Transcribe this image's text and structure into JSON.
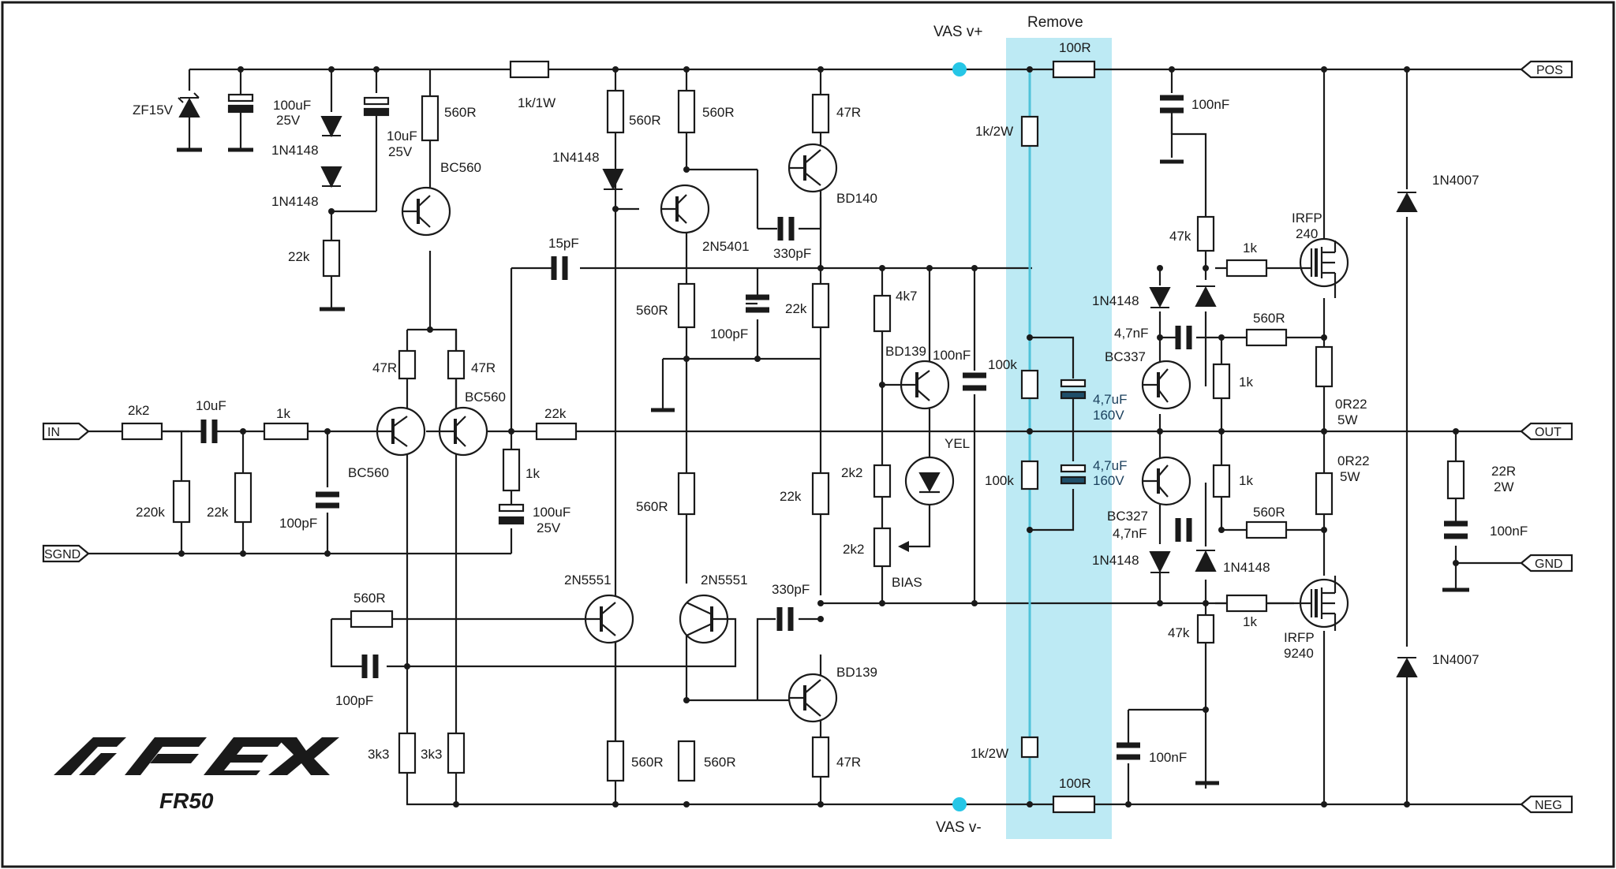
{
  "colors": {
    "ink": "#1a1a1a",
    "highlight": "#bdeaf4",
    "node": "#26c6e6",
    "blue_ink": "#1a3f5c"
  },
  "ports": {
    "in": "IN",
    "sgnd": "SGND",
    "pos": "POS",
    "out": "OUT",
    "gnd": "GND",
    "neg": "NEG"
  },
  "rails": {
    "vas_pos": "VAS v+",
    "vas_neg": "VAS v-",
    "remove": "Remove"
  },
  "branding": {
    "logo": "APEX",
    "model": "FR50"
  },
  "parts": [
    {
      "id": "zener",
      "ref": "ZF15V"
    },
    {
      "id": "c_100u_a",
      "ref": "100uF"
    },
    {
      "id": "c_100u_a_v",
      "ref": "25V"
    },
    {
      "id": "d1",
      "ref": "1N4148"
    },
    {
      "id": "d2",
      "ref": "1N4148"
    },
    {
      "id": "r22k_top",
      "ref": "22k"
    },
    {
      "id": "c_10u",
      "ref": "10uF"
    },
    {
      "id": "c_10u_v",
      "ref": "25V"
    },
    {
      "id": "r560_top",
      "ref": "560R"
    },
    {
      "id": "q_bc560_top",
      "ref": "BC560"
    },
    {
      "id": "r1k1w",
      "ref": "1k/1W"
    },
    {
      "id": "d3",
      "ref": "1N4148"
    },
    {
      "id": "r560_b",
      "ref": "560R"
    },
    {
      "id": "r560_c",
      "ref": "560R"
    },
    {
      "id": "q_2n5401",
      "ref": "2N5401"
    },
    {
      "id": "r47_top",
      "ref": "47R"
    },
    {
      "id": "q_bd140",
      "ref": "BD140"
    },
    {
      "id": "c330_top",
      "ref": "330pF"
    },
    {
      "id": "c15p",
      "ref": "15pF"
    },
    {
      "id": "r560_d",
      "ref": "560R"
    },
    {
      "id": "c100p_mid",
      "ref": "100pF"
    },
    {
      "id": "r22k_mid",
      "ref": "22k"
    },
    {
      "id": "r47_l",
      "ref": "47R"
    },
    {
      "id": "r47_r",
      "ref": "47R"
    },
    {
      "id": "q_bc560_l",
      "ref": "BC560"
    },
    {
      "id": "q_bc560_r",
      "ref": "BC560"
    },
    {
      "id": "r2k2_in",
      "ref": "2k2"
    },
    {
      "id": "c10u_in",
      "ref": "10uF"
    },
    {
      "id": "r1k_in",
      "ref": "1k"
    },
    {
      "id": "r220k",
      "ref": "220k"
    },
    {
      "id": "r22k_in",
      "ref": "22k"
    },
    {
      "id": "c100p_in",
      "ref": "100pF"
    },
    {
      "id": "r22k_fb",
      "ref": "22k"
    },
    {
      "id": "r1k_fb",
      "ref": "1k"
    },
    {
      "id": "c100u_fb",
      "ref": "100uF"
    },
    {
      "id": "c100u_fb_v",
      "ref": "25V"
    },
    {
      "id": "r4k7",
      "ref": "4k7"
    },
    {
      "id": "q_bd139_bias",
      "ref": "BD139"
    },
    {
      "id": "c100n_bias",
      "ref": "100nF"
    },
    {
      "id": "led",
      "ref": "YEL"
    },
    {
      "id": "r2k2_bias",
      "ref": "2k2"
    },
    {
      "id": "pot",
      "ref": "2k2"
    },
    {
      "id": "pot_lbl",
      "ref": "BIAS"
    },
    {
      "id": "r560_e",
      "ref": "560R"
    },
    {
      "id": "r22k_low",
      "ref": "22k"
    },
    {
      "id": "q_2n5551_l",
      "ref": "2N5551"
    },
    {
      "id": "q_2n5551_r",
      "ref": "2N5551"
    },
    {
      "id": "c330_low",
      "ref": "330pF"
    },
    {
      "id": "r560_fb",
      "ref": "560R"
    },
    {
      "id": "c100p_fb",
      "ref": "100pF"
    },
    {
      "id": "q_bd139_low",
      "ref": "BD139"
    },
    {
      "id": "r47_low",
      "ref": "47R"
    },
    {
      "id": "r3k3_l",
      "ref": "3k3"
    },
    {
      "id": "r3k3_r",
      "ref": "3k3"
    },
    {
      "id": "r560_f",
      "ref": "560R"
    },
    {
      "id": "r560_g",
      "ref": "560R"
    },
    {
      "id": "r100_top",
      "ref": "100R"
    },
    {
      "id": "r1k2w_top",
      "ref": "1k/2W"
    },
    {
      "id": "r100k_a",
      "ref": "100k"
    },
    {
      "id": "r100k_b",
      "ref": "100k"
    },
    {
      "id": "c47_a",
      "ref": "4,7uF"
    },
    {
      "id": "c47_a_v",
      "ref": "160V"
    },
    {
      "id": "c47_b",
      "ref": "4,7uF"
    },
    {
      "id": "c47_b_v",
      "ref": "160V"
    },
    {
      "id": "r1k2w_bot",
      "ref": "1k/2W"
    },
    {
      "id": "r100_bot",
      "ref": "100R"
    },
    {
      "id": "c100n_top",
      "ref": "100nF"
    },
    {
      "id": "r47k_top",
      "ref": "47k"
    },
    {
      "id": "r1k_gate_top",
      "ref": "1k"
    },
    {
      "id": "mos_n",
      "ref": "IRFP"
    },
    {
      "id": "mos_n_n",
      "ref": "240"
    },
    {
      "id": "d4",
      "ref": "1N4148"
    },
    {
      "id": "c47n_top",
      "ref": "4,7nF"
    },
    {
      "id": "r560_h",
      "ref": "560R"
    },
    {
      "id": "q_bc337",
      "ref": "BC337"
    },
    {
      "id": "r1k_side_top",
      "ref": "1k"
    },
    {
      "id": "r0r22_top",
      "ref": "0R22"
    },
    {
      "id": "r0r22_top_w",
      "ref": "5W"
    },
    {
      "id": "r0r22_bot",
      "ref": "0R22"
    },
    {
      "id": "r0r22_bot_w",
      "ref": "5W"
    },
    {
      "id": "r1k_side_bot",
      "ref": "1k"
    },
    {
      "id": "q_bc327",
      "ref": "BC327"
    },
    {
      "id": "c47n_bot",
      "ref": "4,7nF"
    },
    {
      "id": "r560_i",
      "ref": "560R"
    },
    {
      "id": "d5",
      "ref": "1N4148"
    },
    {
      "id": "d6",
      "ref": "1N4148"
    },
    {
      "id": "r47k_bot",
      "ref": "47k"
    },
    {
      "id": "r1k_gate_bot",
      "ref": "1k"
    },
    {
      "id": "mos_p",
      "ref": "IRFP"
    },
    {
      "id": "mos_p_n",
      "ref": "9240"
    },
    {
      "id": "c100n_bot",
      "ref": "100nF"
    },
    {
      "id": "d_1n4007_top",
      "ref": "1N4007"
    },
    {
      "id": "d_1n4007_bot",
      "ref": "1N4007"
    },
    {
      "id": "r22r",
      "ref": "22R"
    },
    {
      "id": "r22r_w",
      "ref": "2W"
    },
    {
      "id": "c100n_zob",
      "ref": "100nF"
    }
  ]
}
